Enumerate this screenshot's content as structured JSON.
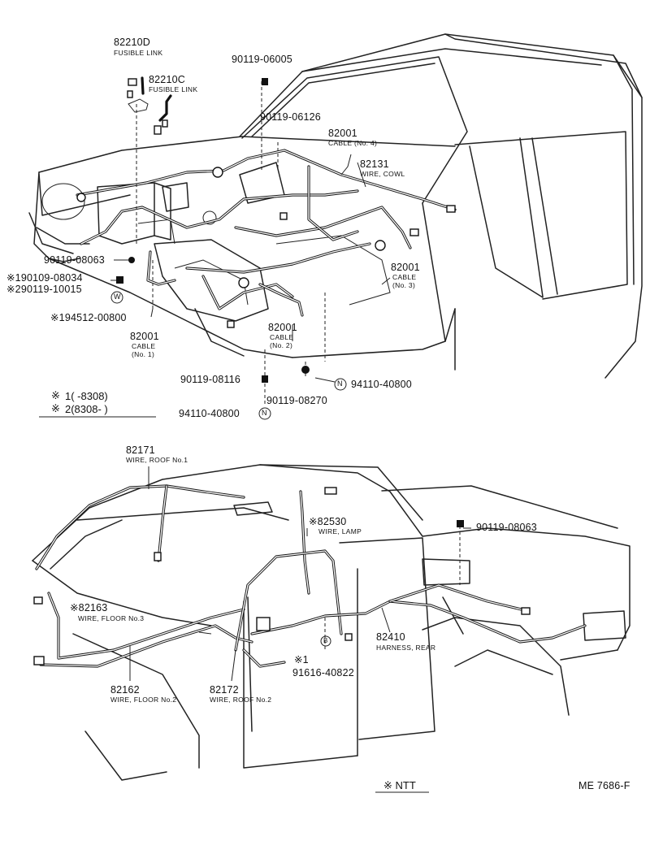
{
  "top": {
    "p82210D": {
      "num": "82210D",
      "desc": "FUSIBLE LINK"
    },
    "p82210C": {
      "num": "82210C",
      "desc": "FUSIBLE LINK"
    },
    "p90119_06005": "90119-06005",
    "p90119_06126": "90119-06126",
    "p82001_4": {
      "num": "82001",
      "desc1": "CABLE (No. 4)"
    },
    "p82131": {
      "num": "82131",
      "desc": "WIRE, COWL"
    },
    "p90119_08063": "90119-08063",
    "p190109_08034": "※190109-08034",
    "p290119_10015": "※290119-10015",
    "p194512_00800": "※194512-00800",
    "p82001_1": {
      "num": "82001",
      "desc1": "CABLE",
      "desc2": "(No. 1)"
    },
    "p82001_2": {
      "num": "82001",
      "desc1": "CABLE",
      "desc2": "(No. 2)"
    },
    "p82001_3": {
      "num": "82001",
      "desc1": "CABLE",
      "desc2": "(No. 3)"
    },
    "p90119_08116": "90119-08116",
    "p90119_08270": "90119-08270",
    "p94110_40800a": "94110-40800",
    "p94110_40800b": "94110-40800",
    "sym_w": "W",
    "sym_n": "N"
  },
  "legend": {
    "mark": "※",
    "row1": "1(        -8308)",
    "row2": "2(8308-        )"
  },
  "bottom": {
    "p82171": {
      "num": "82171",
      "desc": "WIRE, ROOF No.1"
    },
    "p82530": {
      "num": "※82530",
      "desc": "WIRE, LAMP"
    },
    "p90119_08063": "90119-08063",
    "p82163": {
      "num": "※82163",
      "desc": "WIRE, FLOOR No.3"
    },
    "p82410": {
      "num": "82410",
      "desc": "HARNESS, REAR"
    },
    "p91616": {
      "num": "※1",
      "desc": "91616-40822"
    },
    "p82162": {
      "num": "82162",
      "desc": "WIRE, FLOOR No.2"
    },
    "p82172": {
      "num": "82172",
      "desc": "WIRE, ROOF No.2"
    },
    "sym_b": "B"
  },
  "footer": {
    "ntt": "※ NTT",
    "code": "ME 7686-F"
  }
}
